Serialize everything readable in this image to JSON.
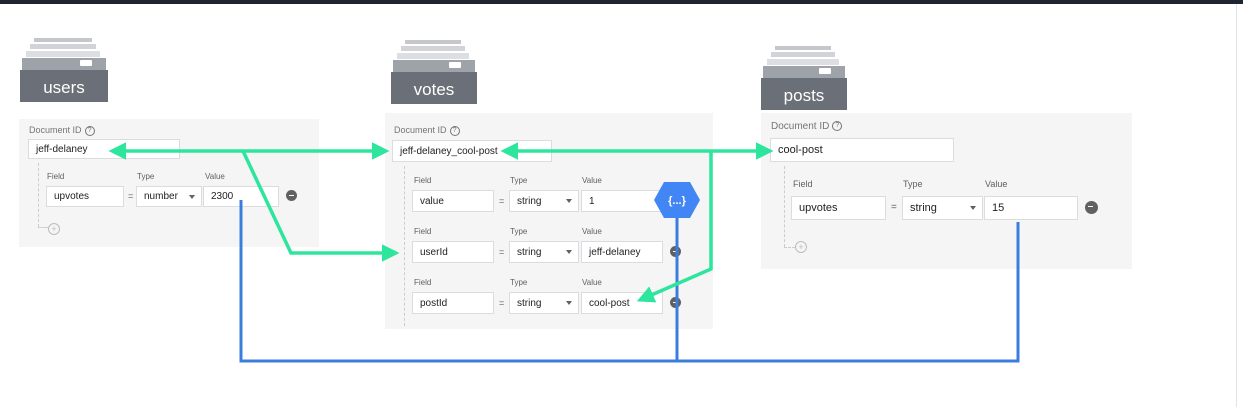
{
  "collections": [
    {
      "name": "users"
    },
    {
      "name": "votes"
    },
    {
      "name": "posts"
    }
  ],
  "labels": {
    "document_id": "Document ID",
    "field": "Field",
    "type": "Type",
    "value": "Value",
    "equals": "="
  },
  "users_doc": {
    "id": "jeff-delaney",
    "fields": [
      {
        "field": "upvotes",
        "type": "number",
        "value": "2300"
      }
    ]
  },
  "votes_doc": {
    "id": "jeff-delaney_cool-post",
    "fields": [
      {
        "field": "value",
        "type": "string",
        "value": "1"
      },
      {
        "field": "userId",
        "type": "string",
        "value": "jeff-delaney"
      },
      {
        "field": "postId",
        "type": "string",
        "value": "cool-post"
      }
    ]
  },
  "posts_doc": {
    "id": "cool-post",
    "fields": [
      {
        "field": "upvotes",
        "type": "string",
        "value": "15"
      }
    ]
  },
  "function_icon": {
    "name": "cloud-functions-icon",
    "glyph": "{...}",
    "color": "#4285f4"
  },
  "colors": {
    "green_arrow": "#2ee59d",
    "blue_line": "#3b7ddd",
    "icon_gray": "#6b6f78",
    "panel": "#f5f5f5"
  }
}
